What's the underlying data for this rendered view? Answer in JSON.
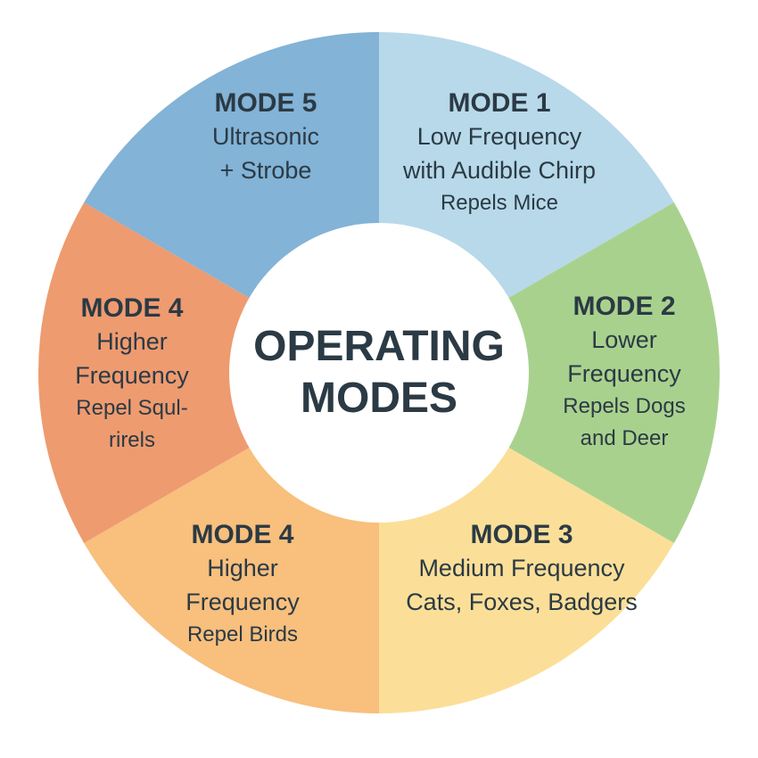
{
  "title": [
    "OPERATING",
    "MODES"
  ],
  "segments": [
    {
      "title": "MODE 1",
      "lines": [
        "Low Frequency",
        "with Audible Chirp",
        "Repels Mice"
      ],
      "color": "#b7d9ea"
    },
    {
      "title": "MODE 2",
      "lines": [
        "Lower",
        "Frequency",
        "Repels Dogs",
        "and Deer"
      ],
      "color": "#a9d18e"
    },
    {
      "title": "MODE 3",
      "lines": [
        "Medium Frequency",
        "Cats, Foxes, Badgers"
      ],
      "color": "#fbdf98"
    },
    {
      "title": "MODE 4",
      "lines": [
        "Higher",
        "Frequency",
        "Repel Birds"
      ],
      "color": "#f8bf7d"
    },
    {
      "title": "MODE 4",
      "lines": [
        "Higher",
        "Frequency",
        "Repel Squl-",
        "rirels"
      ],
      "color": "#ee9b70"
    },
    {
      "title": "MODE 5",
      "lines": [
        "Ultrasonic",
        "+ Strobe"
      ],
      "color": "#83b3d6"
    }
  ]
}
